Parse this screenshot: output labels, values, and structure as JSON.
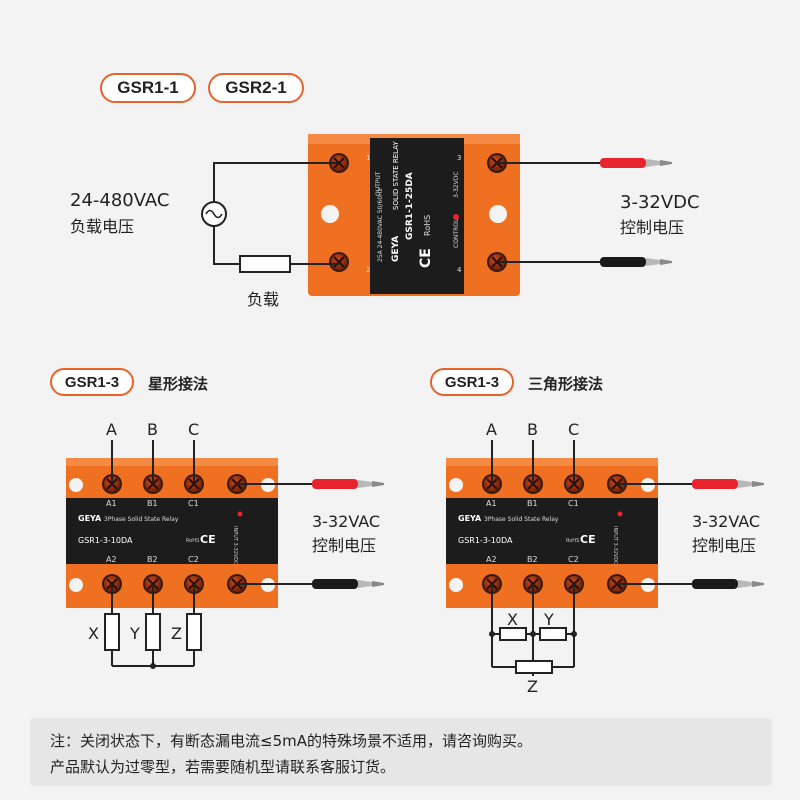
{
  "top": {
    "pill_a": "GSR1-1",
    "pill_b": "GSR2-1",
    "load_voltage": "24-480VAC",
    "load_voltage_cn": "负载电压",
    "control_voltage": "3-32VDC",
    "control_voltage_cn": "控制电压",
    "load_label": "负载",
    "relay": {
      "brand": "GEYA",
      "title": "SOLID STATE RELAY",
      "model": "GSR1-1-25DA",
      "rating": "25A 24-480VAC 50/60Hz",
      "rohs": "RoHS",
      "ce": "CE",
      "output": "OUTPUT",
      "control": "CONTROL",
      "control_range": "3-32VDC",
      "t1": "1",
      "t2": "2",
      "t3": "3",
      "t4": "4"
    }
  },
  "star": {
    "pill": "GSR1-3",
    "title": "星形接法",
    "phases": [
      "A",
      "B",
      "C"
    ],
    "terminals_top": [
      "A1",
      "B1",
      "C1"
    ],
    "terminals_bottom": [
      "A2",
      "B2",
      "C2"
    ],
    "loads": [
      "X",
      "Y",
      "Z"
    ],
    "control_voltage": "3-32VAC",
    "control_voltage_cn": "控制电压",
    "relay": {
      "brand": "GEYA",
      "title": "3Phase Solid State Relay",
      "model": "GSR1-3-10DA",
      "rohs": "RoHS",
      "ce": "CE",
      "input": "INPUT 3-32VDC"
    }
  },
  "delta": {
    "pill": "GSR1-3",
    "title": "三角形接法",
    "phases": [
      "A",
      "B",
      "C"
    ],
    "terminals_top": [
      "A1",
      "B1",
      "C1"
    ],
    "terminals_bottom": [
      "A2",
      "B2",
      "C2"
    ],
    "loads": [
      "X",
      "Y",
      "Z"
    ],
    "control_voltage": "3-32VAC",
    "control_voltage_cn": "控制电压",
    "relay": {
      "brand": "GEYA",
      "title": "3Phase Solid State Relay",
      "model": "GSR1-3-10DA",
      "rohs": "RoHS",
      "ce": "CE",
      "input": "INPUT 3-32VDC"
    }
  },
  "note": {
    "line1": "注：关闭状态下，有断态漏电流≤5mA的特殊场景不适用，请咨询购买。",
    "line2": "产品默认为过零型，若需要随机型请联系客服订货。"
  },
  "colors": {
    "accent": "#e8622a",
    "relay_orange": "#f07022",
    "relay_black": "#1c1c1c",
    "clip_red": "#e8242f",
    "clip_black": "#1a1a1a"
  }
}
